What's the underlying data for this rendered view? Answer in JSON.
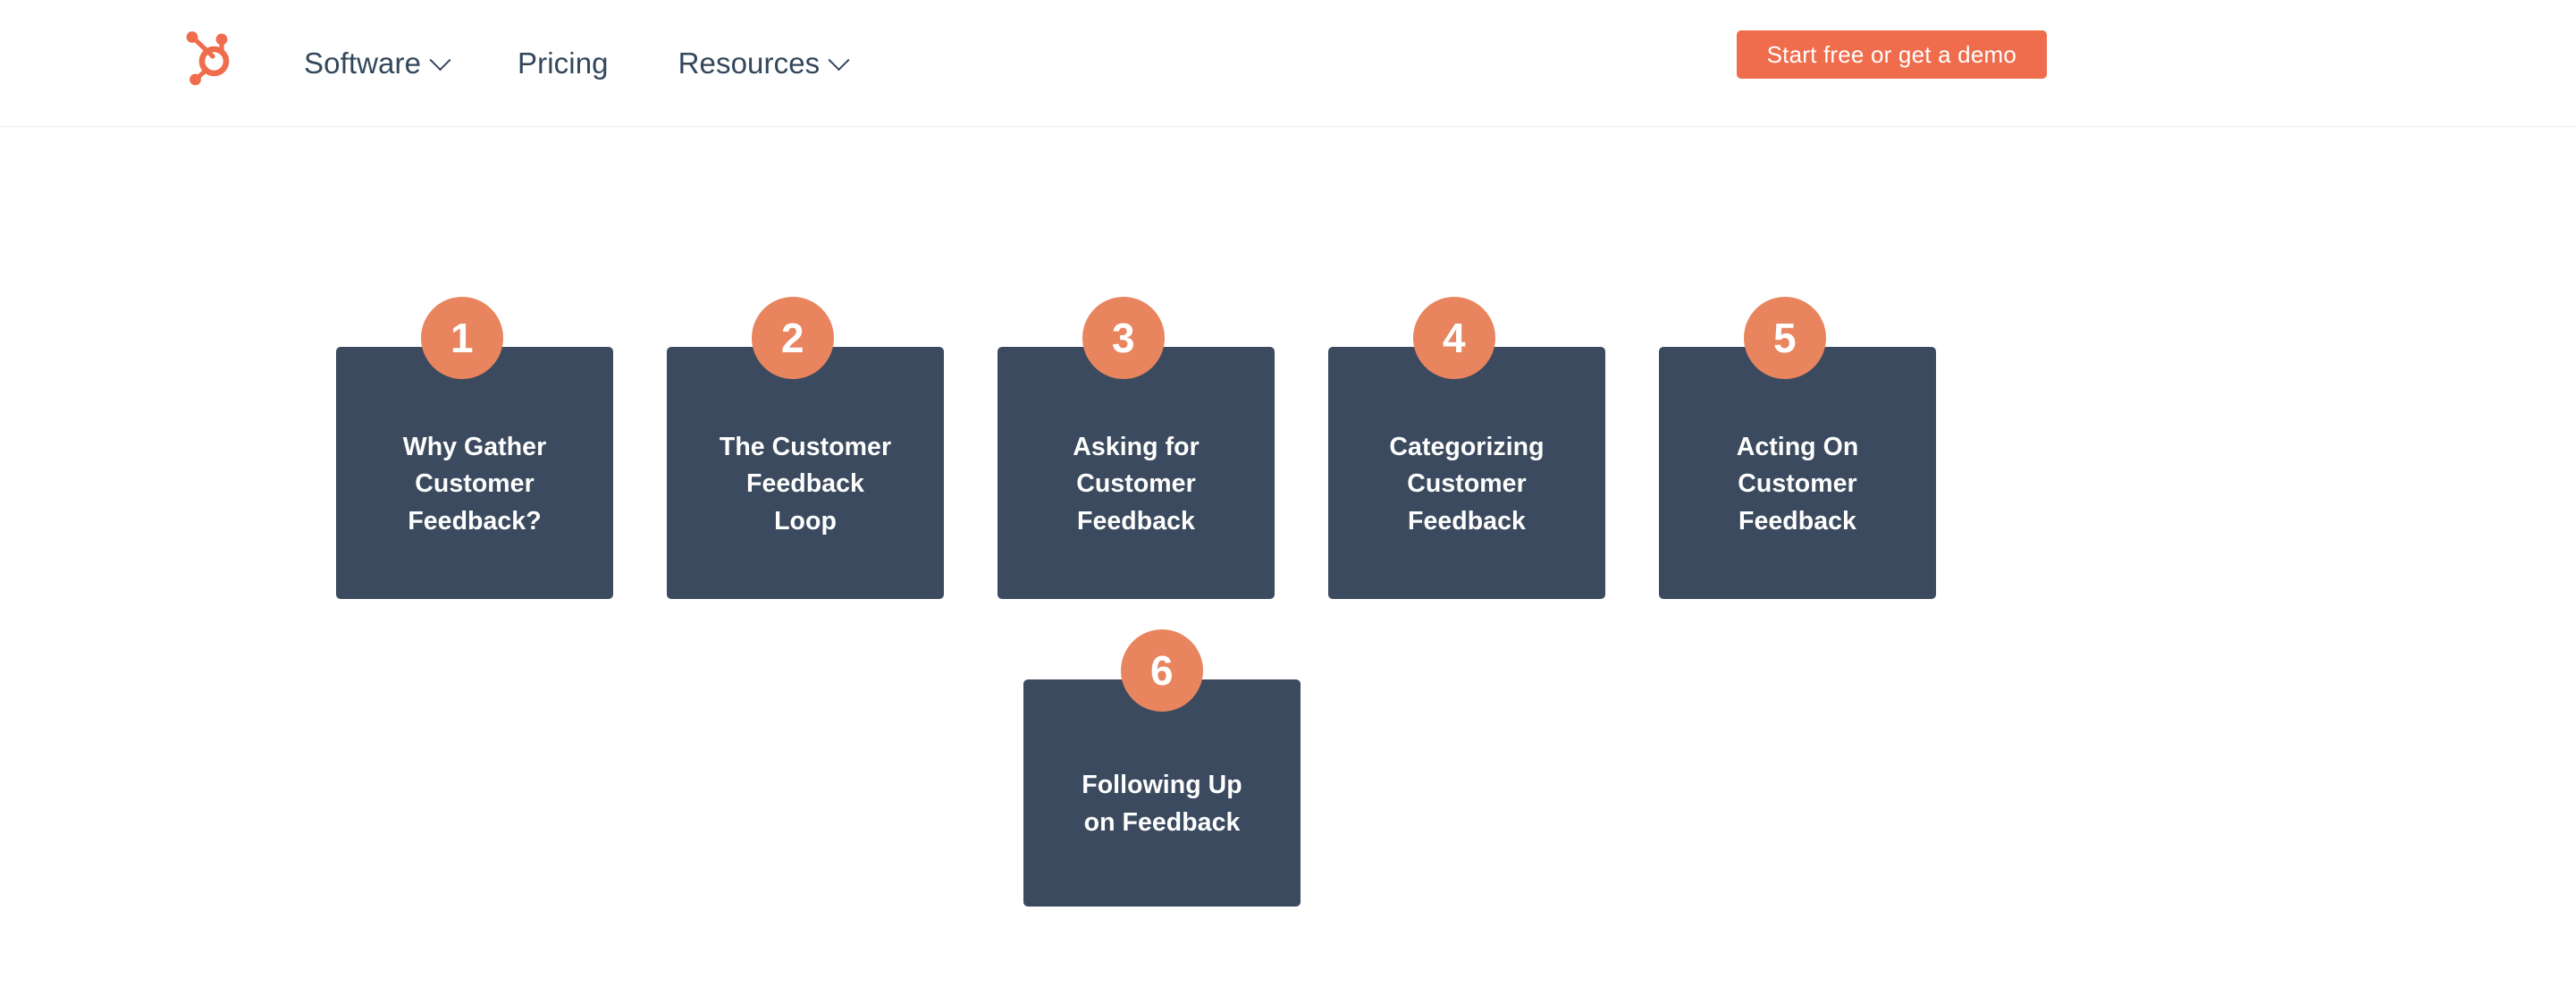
{
  "header": {
    "logo_name": "hubspot-sprocket-logo",
    "nav_items": [
      {
        "label": "Software",
        "has_dropdown": true
      },
      {
        "label": "Pricing",
        "has_dropdown": false
      },
      {
        "label": "Resources",
        "has_dropdown": true
      }
    ],
    "cta_label": "Start free or get a demo"
  },
  "colors": {
    "brand_orange": "#ef6c4c",
    "badge_orange": "#e8855f",
    "card_navy": "#3b4a5e",
    "nav_text": "#33475b",
    "page_background": "#ffffff",
    "header_border": "#eceef0"
  },
  "stepper": {
    "cards": [
      {
        "number": "1",
        "title": "Why Gather\nCustomer\nFeedback?"
      },
      {
        "number": "2",
        "title": "The Customer\nFeedback\nLoop"
      },
      {
        "number": "3",
        "title": "Asking for\nCustomer\nFeedback"
      },
      {
        "number": "4",
        "title": "Categorizing\nCustomer\nFeedback"
      },
      {
        "number": "5",
        "title": "Acting On\nCustomer\nFeedback"
      },
      {
        "number": "6",
        "title": "Following Up\non Feedback"
      }
    ]
  }
}
